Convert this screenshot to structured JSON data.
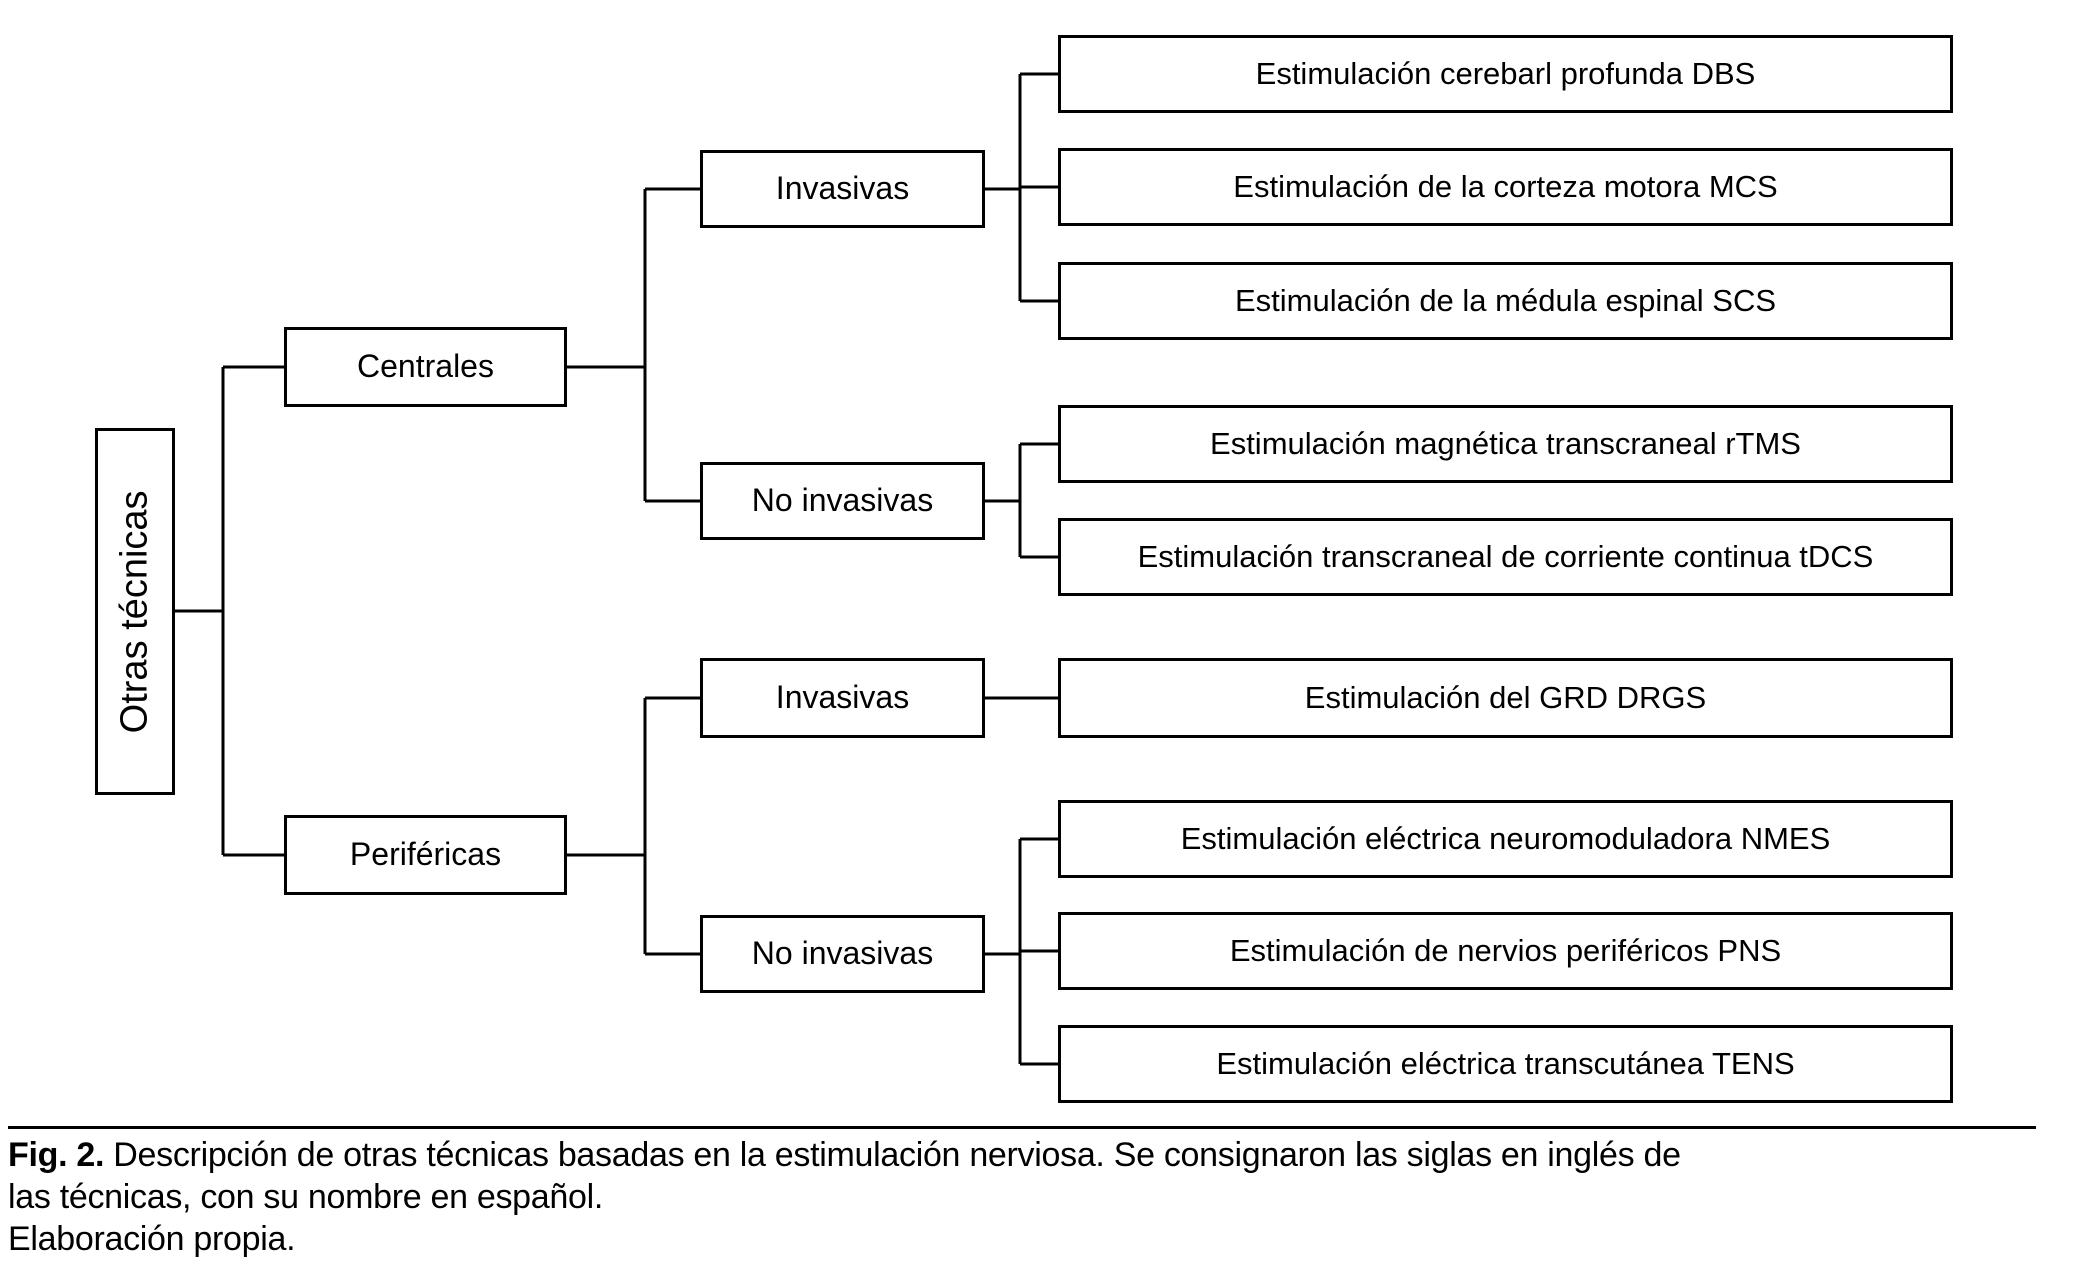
{
  "figure": {
    "root": {
      "label": "Otras técnicas"
    },
    "branches": [
      {
        "label": "Centrales",
        "children": [
          {
            "label": "Invasivas",
            "leaves": [
              "Estimulación cerebarl profunda DBS",
              "Estimulación de la corteza motora MCS",
              "Estimulación de la médula espinal SCS"
            ]
          },
          {
            "label": "No invasivas",
            "leaves": [
              "Estimulación magnética transcraneal rTMS",
              "Estimulación transcraneal de corriente continua tDCS"
            ]
          }
        ]
      },
      {
        "label": "Periféricas",
        "children": [
          {
            "label": "Invasivas",
            "leaves": [
              "Estimulación del GRD DRGS"
            ]
          },
          {
            "label": "No invasivas",
            "leaves": [
              "Estimulación eléctrica neuromoduladora NMES",
              "Estimulación de nervios periféricos PNS",
              "Estimulación eléctrica transcutánea TENS"
            ]
          }
        ]
      }
    ],
    "caption": {
      "fig_label": "Fig. 2.",
      "line1_rest": " Descripción de otras técnicas basadas en la estimulación nerviosa. Se consignaron las siglas en inglés de",
      "line2": "las técnicas, con su nombre en español.",
      "line3": "Elaboración propia."
    },
    "colors": {
      "line": "#000000",
      "background": "#ffffff",
      "text": "#000000"
    }
  }
}
